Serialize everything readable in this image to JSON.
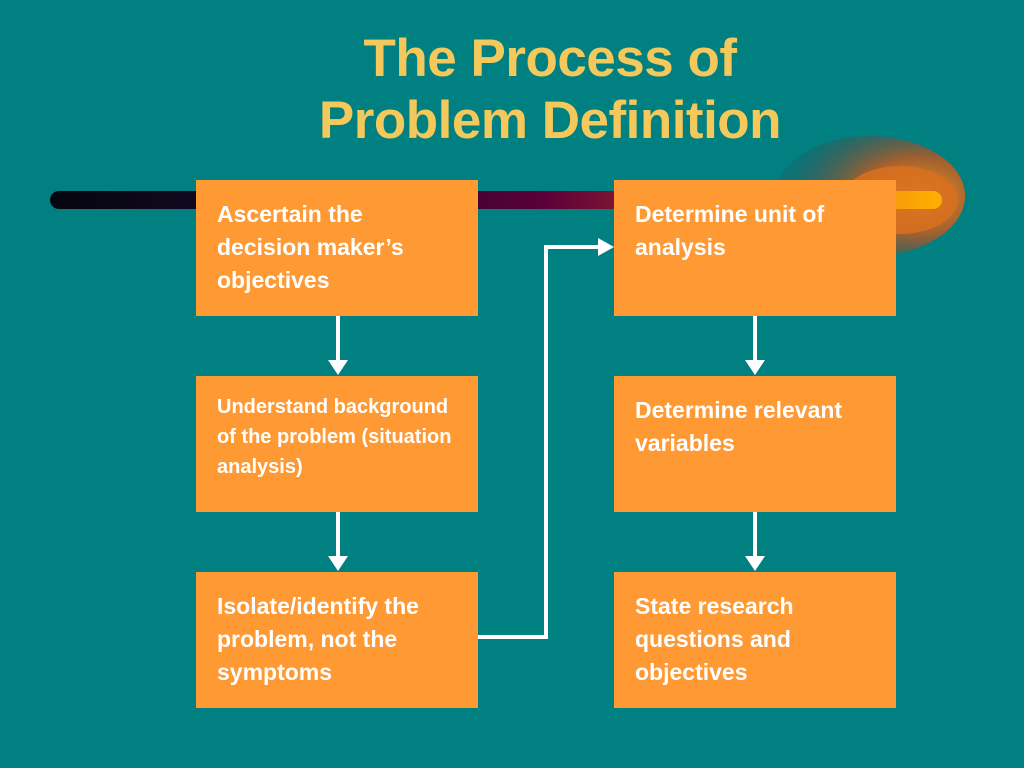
{
  "title": {
    "line1": "The Process of",
    "line2": "Problem Definition"
  },
  "steps": [
    {
      "label": "Ascertain the decision maker’s objectives"
    },
    {
      "label": "Understand background of the problem (situation analysis)"
    },
    {
      "label": "Isolate/identify the problem, not the symptoms"
    },
    {
      "label": "Determine unit of analysis"
    },
    {
      "label": "Determine relevant variables"
    },
    {
      "label": "State research questions and objectives"
    }
  ],
  "colors": {
    "background": "#008080",
    "title": "#F5C85C",
    "box": "#FF9933",
    "box_text": "#FFFFFF",
    "arrow": "#FFFFFF"
  }
}
